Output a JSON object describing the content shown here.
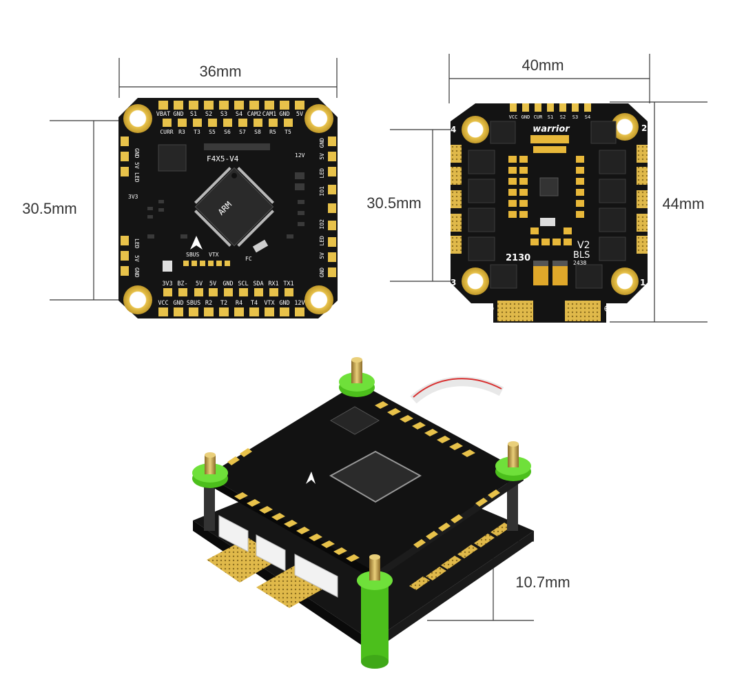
{
  "dimensions": {
    "fc_width": "36mm",
    "fc_mount": "30.5mm",
    "esc_width": "40mm",
    "esc_height": "44mm",
    "esc_mount": "30.5mm",
    "stack_height": "10.7mm"
  },
  "fc_board": {
    "model": "F4X5-V4",
    "chip": "ARM",
    "top_row_labels": [
      "VBAT",
      "GND",
      "S1",
      "S2",
      "S3",
      "S4",
      "CAM2",
      "CAM1",
      "GND",
      "5V"
    ],
    "second_row_labels": [
      "CURR",
      "R3",
      "T3",
      "S5",
      "S6",
      "S7",
      "S8",
      "R5",
      "T5"
    ],
    "bottom_row_labels": [
      "VCC",
      "GND",
      "SBUS",
      "R2",
      "T2",
      "R4",
      "T4",
      "VTX",
      "GND",
      "12V"
    ],
    "inner_bottom_labels": [
      "3V3",
      "BZ-",
      "5V",
      "5V",
      "GND",
      "SCL",
      "SDA",
      "RX1",
      "TX1"
    ],
    "left_labels": [
      "GND",
      "5V",
      "LED",
      "3V3",
      "LED",
      "5V",
      "GND"
    ],
    "right_labels": [
      "12V",
      "GND",
      "5V",
      "LED",
      "IO1",
      "IO2",
      "LED",
      "5V",
      "GND"
    ],
    "misc_labels": [
      "SBUS",
      "VTX",
      "FC"
    ]
  },
  "esc_board": {
    "brand": "warrior",
    "version": "V2",
    "type": "BLS",
    "number": "2130",
    "current": "2438",
    "top_labels": [
      "VCC",
      "GND",
      "CUR",
      "S1",
      "S2",
      "S3",
      "S4"
    ],
    "corner_numbers": [
      "4",
      "2",
      "3",
      "1"
    ],
    "plus_sign": "⊕",
    "minus_sign": "⊖"
  },
  "colors": {
    "board": "#121212",
    "pad": "#e8c24a",
    "stud": "#c9a44a",
    "spacer": "#5fd82a",
    "dim_line": "#333333"
  }
}
